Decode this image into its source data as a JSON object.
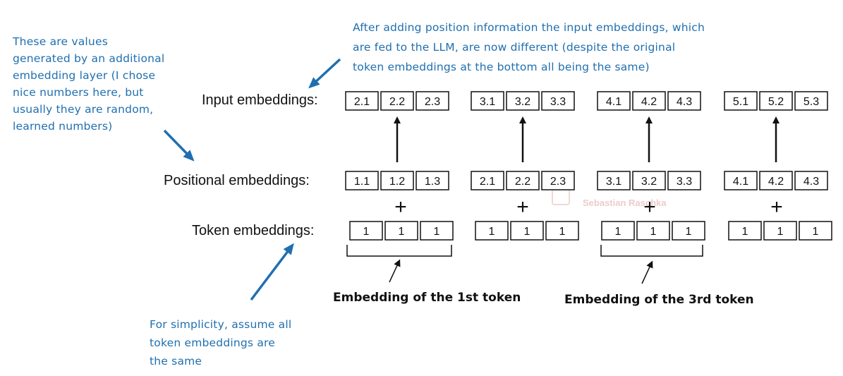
{
  "row_labels": {
    "input": "Input embeddings:",
    "positional": "Positional embeddings:",
    "token": "Token embeddings:"
  },
  "input_embeddings": [
    [
      "2.1",
      "2.2",
      "2.3"
    ],
    [
      "3.1",
      "3.2",
      "3.3"
    ],
    [
      "4.1",
      "4.2",
      "4.3"
    ],
    [
      "5.1",
      "5.2",
      "5.3"
    ]
  ],
  "positional_embeddings": [
    [
      "1.1",
      "1.2",
      "1.3"
    ],
    [
      "2.1",
      "2.2",
      "2.3"
    ],
    [
      "3.1",
      "3.2",
      "3.3"
    ],
    [
      "4.1",
      "4.2",
      "4.3"
    ]
  ],
  "token_embeddings": [
    [
      "1",
      "1",
      "1"
    ],
    [
      "1",
      "1",
      "1"
    ],
    [
      "1",
      "1",
      "1"
    ],
    [
      "1",
      "1",
      "1"
    ]
  ],
  "plus_symbol": "+",
  "captions": {
    "first_token": "Embedding of the 1st token",
    "third_token": "Embedding of the 3rd token"
  },
  "notes": {
    "positional_note": [
      "These are values",
      "generated by an additional",
      "embedding layer (I chose",
      "nice numbers here, but",
      "usually they are random,",
      "learned numbers)"
    ],
    "input_note": [
      "After adding position information the input embeddings, which",
      "are fed to the LLM, are now different (despite the original",
      "token embeddings at the bottom all being the same)"
    ],
    "token_note": [
      "For simplicity, assume all",
      "token embeddings are",
      "the same"
    ]
  },
  "watermark": "Sebastian Raschka",
  "colors": {
    "annotation": "#1f6fb0",
    "ink": "#111111",
    "watermark": "#d98b8b"
  }
}
